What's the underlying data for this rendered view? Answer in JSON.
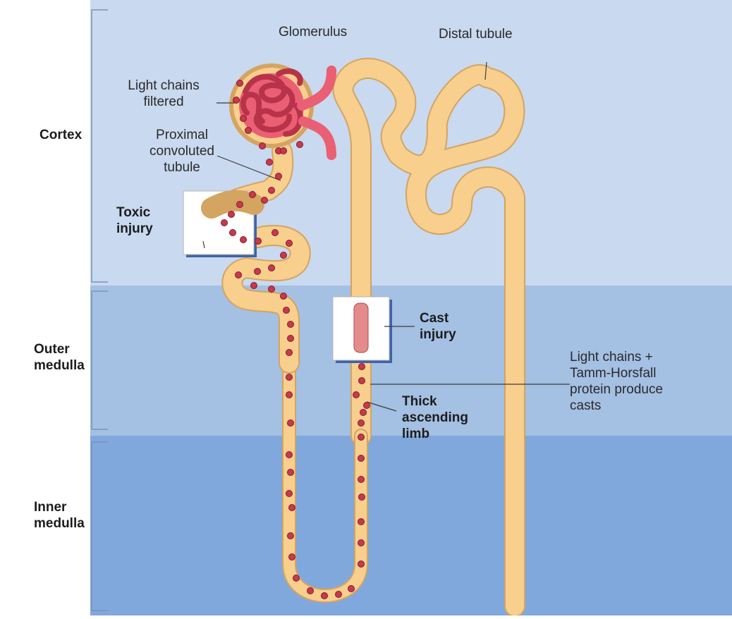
{
  "zones": {
    "cortex": {
      "label": "Cortex",
      "color": "#c9d9ef"
    },
    "outer_medulla": {
      "label": [
        "Outer",
        "medulla"
      ],
      "color": "#a4c0e3"
    },
    "inner_medulla": {
      "label": [
        "Inner",
        "medulla"
      ],
      "color": "#80a8dc"
    }
  },
  "labels": {
    "glomerulus": "Glomerulus",
    "distal_tubule": "Distal tubule",
    "light_chains_filtered": [
      "Light chains",
      "filtered"
    ],
    "proximal_tubule": [
      "Proximal",
      "convoluted",
      "tubule"
    ],
    "toxic_injury": [
      "Toxic",
      "injury"
    ],
    "cast_injury": [
      "Cast",
      "injury"
    ],
    "thick_ascending_limb": [
      "Thick",
      "ascending",
      "limb"
    ],
    "casts_note": [
      "Light chains +",
      "Tamm-Horsfall",
      "protein produce",
      "casts"
    ]
  },
  "colors": {
    "tubule_fill": "#f8cf8d",
    "tubule_outline": "#d4a461",
    "glomerulus": "#ea5f73",
    "glomerulus_dark": "#b8334a",
    "light_chain_particle": "#c8394e",
    "cast": "#e48b8b",
    "bracket": "#7a94b8"
  },
  "icons": {
    "toxic_injury_box": "white-inset-box",
    "cast_injury_box": "white-inset-box",
    "particles": "red-dot-icon"
  }
}
